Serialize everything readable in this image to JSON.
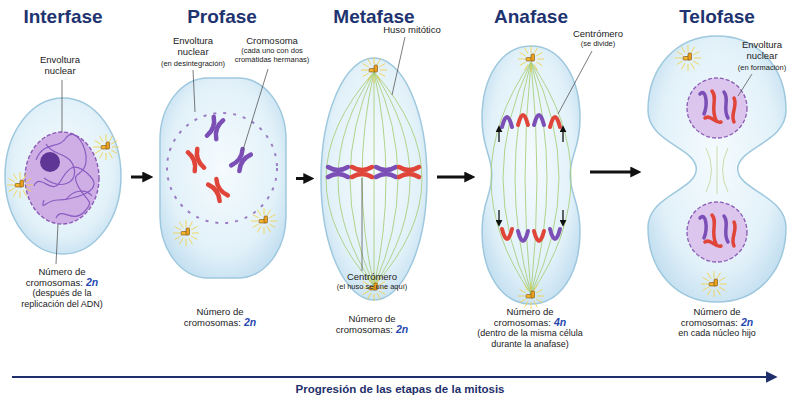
{
  "diagram": {
    "nodes": [
      {
        "text": [
          "Interfase",
          "Número de cromosomas:",
          "2n",
          "(después de la replicación del ADN)"
        ]
      },
      {
        "text": [
          "Profase",
          "Número de cromosomas:",
          "2n"
        ]
      },
      {
        "text": [
          "Metafase",
          "Número de cromosomas:",
          "2n"
        ]
      },
      {
        "text": [
          "Anafase",
          "Número de cromosomas:",
          "4n",
          "(dentro de la misma célula durante la anafase)"
        ]
      },
      {
        "text": [
          "Telofase",
          "Número de cromosomas:",
          "2n",
          "en cada núcleo hijo"
        ]
      }
    ],
    "edges": [
      {
        "from": 0,
        "to": 1,
        "arrow": "to"
      },
      {
        "from": 1,
        "to": 2,
        "arrow": "to"
      },
      {
        "from": 2,
        "to": 3,
        "arrow": "to"
      },
      {
        "from": 3,
        "to": 4,
        "arrow": "to"
      }
    ],
    "labels": [
      "Envoltura nuclear",
      "Envoltura nuclear",
      "(en desintegración)",
      "Cromosoma",
      "(cada uno con dos cromátidas hermanas)",
      "Huso mitótico",
      "Centrómero",
      "(el huso se une aquí)",
      "Centrómero",
      "(se divide)",
      "Envoltura nuclear",
      "(en formación)",
      "Progresión de las etapas de la mitosis"
    ]
  }
}
